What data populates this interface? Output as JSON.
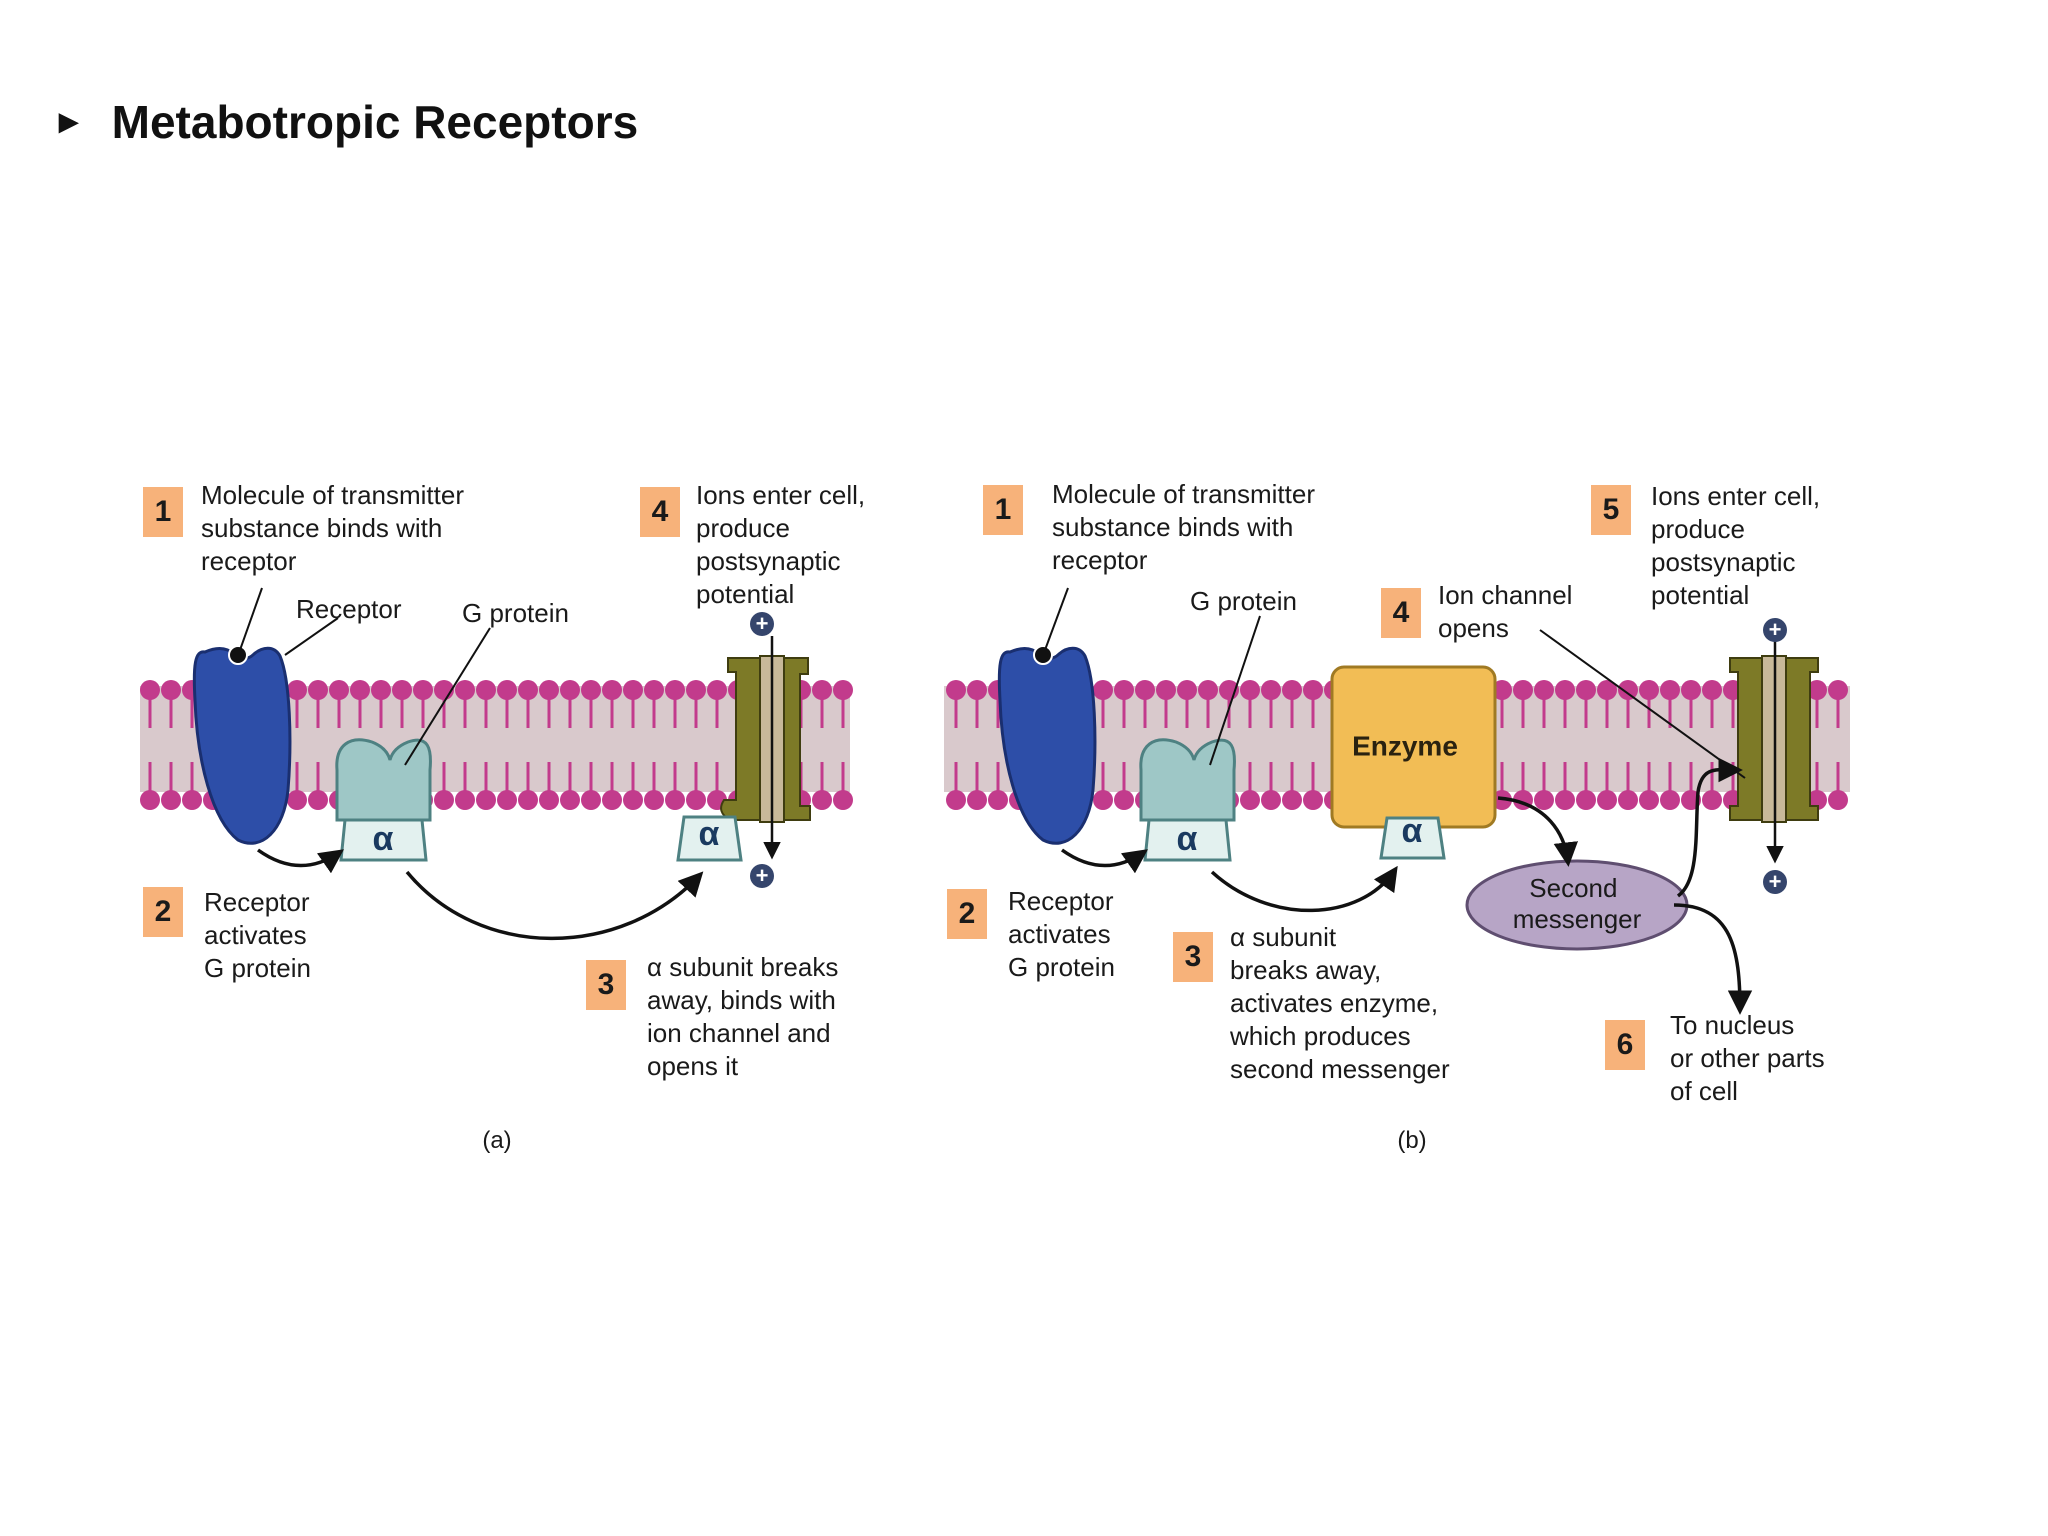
{
  "slide": {
    "bullet": "►",
    "title": "Metabotropic Receptors"
  },
  "colors": {
    "membrane_head": "#c23b8c",
    "membrane_core": "#d9c9cc",
    "receptor": "#2d4ea8",
    "g_protein": "#9ec7c6",
    "alpha_subunit": "#e3f1ef",
    "enzyme": "#f2bd55",
    "ion_channel_outer": "#7d7a27",
    "ion_channel_inner": "#c8b99a",
    "second_messenger": "#b7a5c6",
    "step_box": "#f7b27a"
  },
  "icons": [
    "ligand-dot-icon",
    "plus-ion-icon",
    "arrow-icon"
  ],
  "panel_a": {
    "caption": "(a)",
    "steps": [
      {
        "num": "1",
        "lines": [
          "Molecule of transmitter",
          "substance binds with",
          "receptor"
        ]
      },
      {
        "num": "2",
        "lines": [
          "Receptor",
          "activates",
          "G protein"
        ]
      },
      {
        "num": "3",
        "lines": [
          "α subunit breaks",
          "away, binds with",
          "ion channel and",
          "opens it"
        ]
      },
      {
        "num": "4",
        "lines": [
          "Ions enter cell,",
          "produce",
          "postsynaptic",
          "potential"
        ]
      }
    ],
    "labels": {
      "receptor": "Receptor",
      "g_protein": "G protein",
      "alpha": "α"
    },
    "ion_sign": "+"
  },
  "panel_b": {
    "caption": "(b)",
    "steps": [
      {
        "num": "1",
        "lines": [
          "Molecule of transmitter",
          "substance binds with",
          "receptor"
        ]
      },
      {
        "num": "2",
        "lines": [
          "Receptor",
          "activates",
          "G protein"
        ]
      },
      {
        "num": "3",
        "lines": [
          "α subunit",
          "breaks away,",
          "activates enzyme,",
          "which produces",
          "second messenger"
        ]
      },
      {
        "num": "4",
        "lines": [
          "Ion channel",
          "opens"
        ]
      },
      {
        "num": "5",
        "lines": [
          "Ions enter cell,",
          "produce",
          "postsynaptic",
          "potential"
        ]
      },
      {
        "num": "6",
        "lines": [
          "To nucleus",
          "or other parts",
          "of cell"
        ]
      }
    ],
    "labels": {
      "g_protein": "G protein",
      "enzyme": "Enzyme",
      "second_messenger": [
        "Second",
        "messenger"
      ],
      "alpha": "α"
    },
    "ion_sign": "+"
  }
}
